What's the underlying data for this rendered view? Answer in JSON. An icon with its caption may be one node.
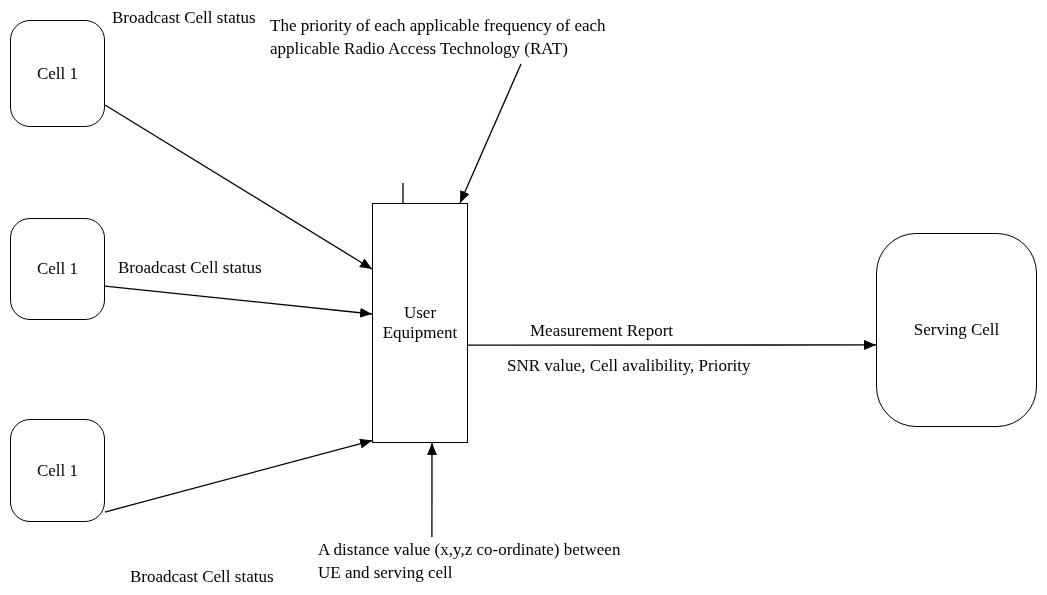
{
  "diagram": {
    "nodes": [
      {
        "text": [
          "Cell 1"
        ]
      },
      {
        "text": [
          "Cell 1"
        ]
      },
      {
        "text": [
          "Cell 1"
        ]
      },
      {
        "text": [
          "User Equipment"
        ]
      },
      {
        "text": [
          "Serving Cell"
        ]
      },
      {
        "text": [
          "The priority of each applicable frequency of each applicable Radio Access Technology (RAT)"
        ]
      },
      {
        "text": [
          "A distance value (x,y,z co-ordinate) between UE and serving cell"
        ]
      }
    ],
    "edges": [
      {
        "from": 0,
        "to": 3,
        "arrow": "to",
        "label": "Broadcast Cell status"
      },
      {
        "from": 1,
        "to": 3,
        "arrow": "to",
        "label": "Broadcast Cell status"
      },
      {
        "from": 2,
        "to": 3,
        "arrow": "to",
        "label": "Broadcast Cell status"
      },
      {
        "from": 3,
        "to": 4,
        "arrow": "to",
        "label": "Measurement Report"
      },
      {
        "from": 5,
        "to": 3,
        "arrow": "to"
      },
      {
        "from": 6,
        "to": 3,
        "arrow": "to"
      }
    ],
    "labels": [
      "SNR value, Cell avalibility, Priority"
    ]
  }
}
